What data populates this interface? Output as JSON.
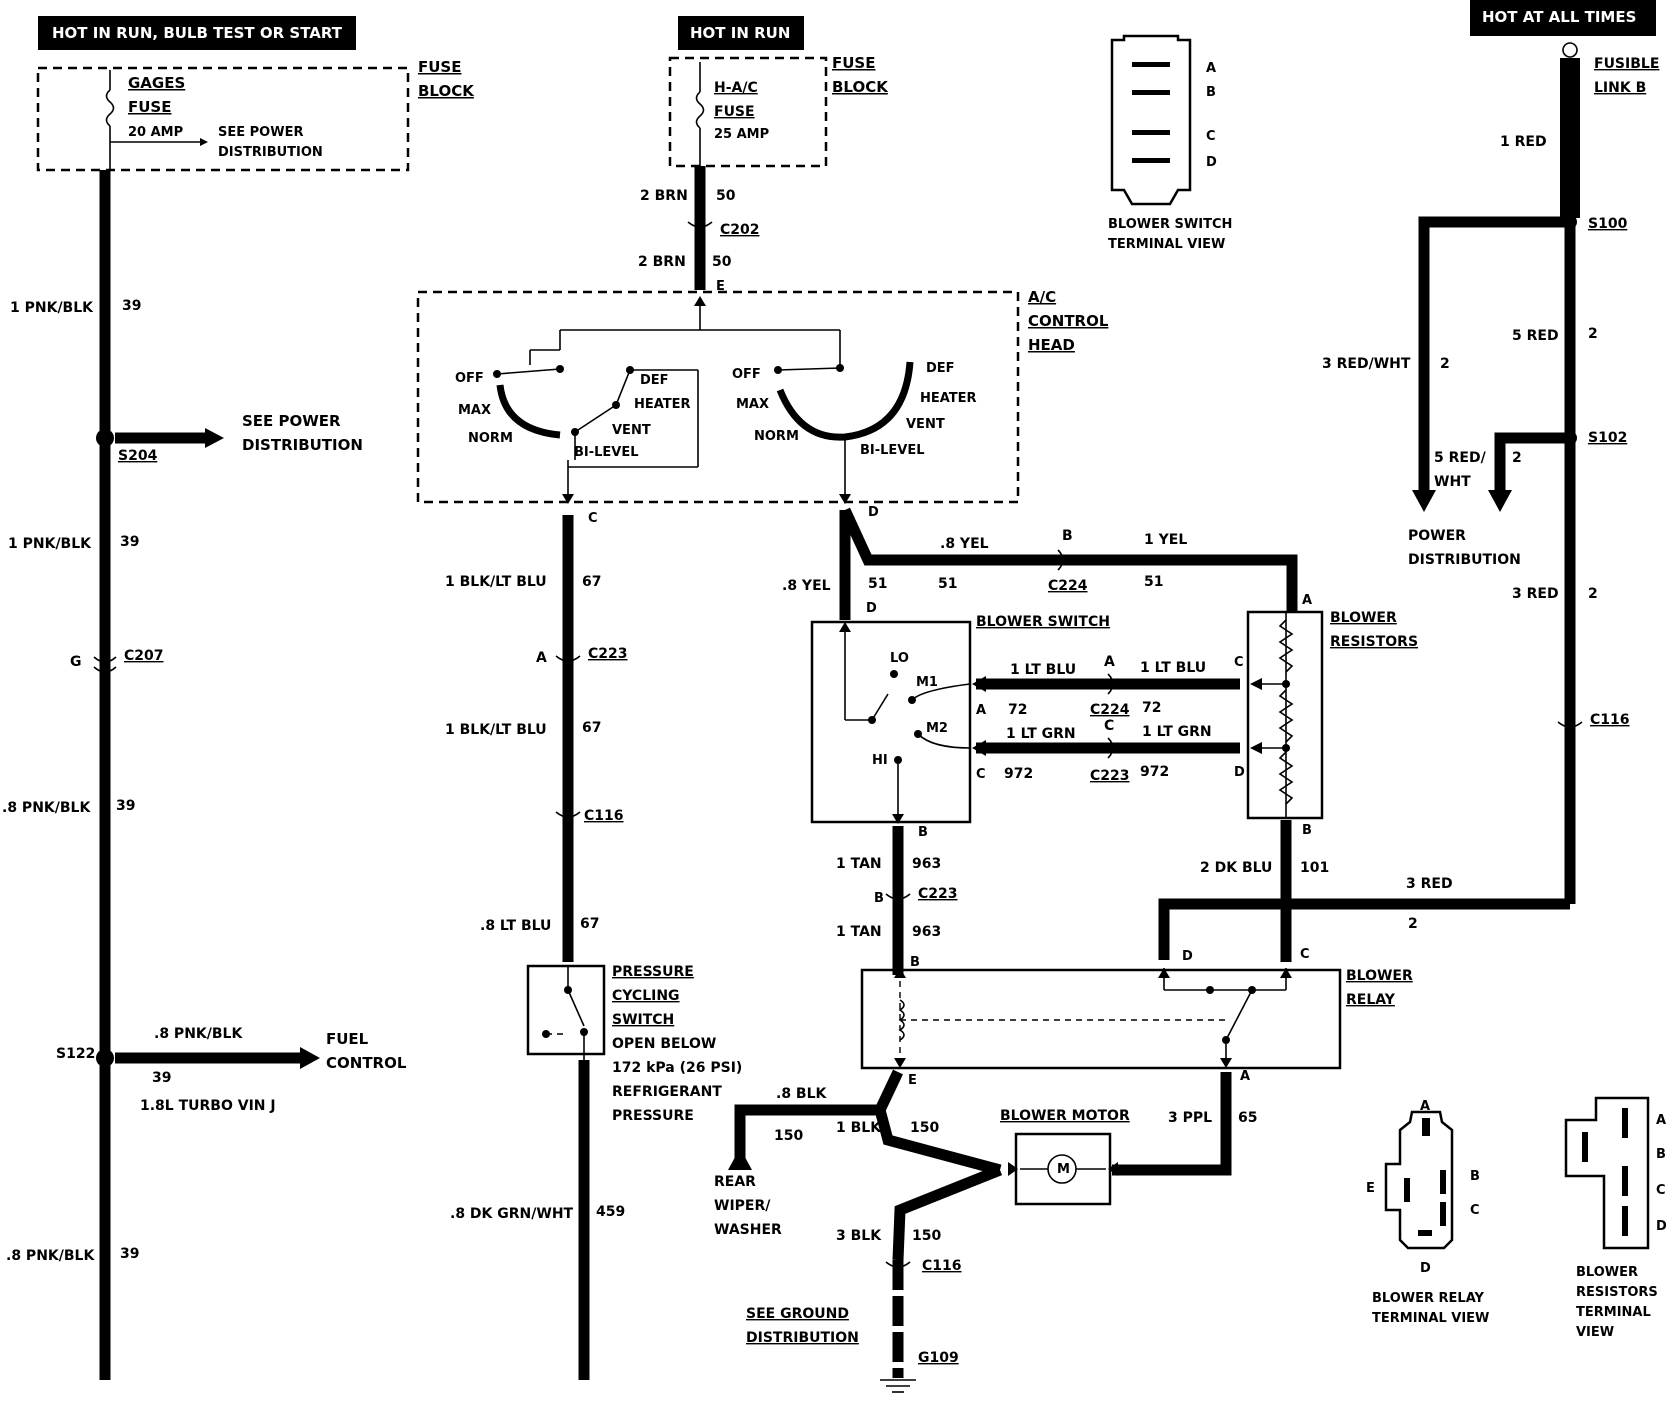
{
  "titles": {
    "hot_run_bulb": "HOT IN RUN, BULB TEST OR START",
    "hot_run": "HOT IN RUN",
    "hot_all": "HOT AT ALL TIMES"
  },
  "fuse_gages": {
    "name1": "GAGES",
    "name2": "FUSE",
    "rating": "20 AMP",
    "see1": "SEE POWER",
    "see2": "DISTRIBUTION",
    "block1": "FUSE",
    "block2": "BLOCK"
  },
  "fuse_hac": {
    "name1": "H-A/C",
    "name2": "FUSE",
    "rating": "25 AMP",
    "block1": "FUSE",
    "block2": "BLOCK"
  },
  "fusible_link": {
    "l1": "FUSIBLE",
    "l2": "LINK B"
  },
  "left_circuit": {
    "w1": "1 PNK/BLK",
    "n1": "39",
    "see1": "SEE POWER",
    "see2": "DISTRIBUTION",
    "s204": "S204",
    "w2": "1 PNK/BLK",
    "n2": "39",
    "pin_g": "G",
    "c207": "C207",
    "w3": ".8 PNK/BLK",
    "n3": "39",
    "s122": "S122",
    "branch_w": ".8 PNK/BLK",
    "branch_n": "39",
    "fuel1": "FUEL",
    "fuel2": "CONTROL",
    "turbo": "1.8L TURBO VIN J",
    "w4": ".8 PNK/BLK",
    "n4": "39"
  },
  "hac_feed": {
    "w1": "2 BRN",
    "n1": "50",
    "c202": "C202",
    "w2": "2 BRN",
    "n2": "50",
    "pin_e": "E"
  },
  "ac_head": {
    "label1": "A/C",
    "label2": "CONTROL",
    "label3": "HEAD",
    "l_off": "OFF",
    "l_max": "MAX",
    "l_norm": "NORM",
    "l_def": "DEF",
    "l_heater": "HEATER",
    "l_vent": "VENT",
    "l_bilevel": "BI-LEVEL",
    "r_off": "OFF",
    "r_max": "MAX",
    "r_norm": "NORM",
    "r_def": "DEF",
    "r_heater": "HEATER",
    "r_vent": "VENT",
    "r_bilevel": "BI-LEVEL",
    "pin_c": "C",
    "pin_d": "D"
  },
  "pcs_circuit": {
    "w1": "1 BLK/LT BLU",
    "n1": "67",
    "pin_a": "A",
    "c223": "C223",
    "w2": "1 BLK/LT BLU",
    "n2": "67",
    "c116": "C116",
    "w3": ".8 LT BLU",
    "n3": "67",
    "pcs1": "PRESSURE",
    "pcs2": "CYCLING",
    "pcs3": "SWITCH",
    "pcs4": "OPEN BELOW",
    "pcs5": "172 kPa (26 PSI)",
    "pcs6": "REFRIGERANT",
    "pcs7": "PRESSURE",
    "w4": ".8 DK GRN/WHT",
    "n4": "459"
  },
  "yel_circuit": {
    "w_top": ".8 YEL",
    "pin_b": "B",
    "w_right": "1 YEL",
    "w_left": ".8 YEL",
    "n51a": "51",
    "n51b": "51",
    "c224": "C224",
    "n51c": "51",
    "pin_d": "D",
    "pin_a": "A"
  },
  "blower_switch": {
    "title": "BLOWER SWITCH",
    "lo": "LO",
    "m1": "M1",
    "m2": "M2",
    "hi": "HI",
    "pin_a": "A",
    "pin_c": "C",
    "pin_b": "B"
  },
  "speed_wires": {
    "lb_w1": "1 LT BLU",
    "lb_a": "A",
    "lb_w2": "1 LT BLU",
    "lb_c": "C",
    "n72a": "72",
    "c224": "C224",
    "n72b": "72",
    "lg_w1": "1 LT GRN",
    "lg_c": "C",
    "lg_w2": "1 LT GRN",
    "lg_d": "D",
    "n972a": "972",
    "c223": "C223",
    "n972b": "972"
  },
  "resistors": {
    "l1": "BLOWER",
    "l2": "RESISTORS",
    "pin_b": "B"
  },
  "tan_circuit": {
    "w1": "1 TAN",
    "n1": "963",
    "pin_b": "B",
    "c223": "C223",
    "w2": "1 TAN",
    "n2": "963",
    "pin_b2": "B"
  },
  "dkblu": {
    "w": "2 DK BLU",
    "n": "101"
  },
  "red_circuit": {
    "w_link": "1 RED",
    "s100": "S100",
    "rw": "3 RED/WHT",
    "rw_n": "2",
    "r5": "5 RED",
    "r5_n": "2",
    "s102": "S102",
    "rw5a": "5 RED/",
    "rw5b": "WHT",
    "rw5_n": "2",
    "pd1": "POWER",
    "pd2": "DISTRIBUTION",
    "r3": "3 RED",
    "r3_n": "2",
    "c116": "C116",
    "r3b": "3 RED",
    "r3b_n": "2"
  },
  "relay": {
    "l1": "BLOWER",
    "l2": "RELAY",
    "pin_d": "D",
    "pin_c": "C",
    "pin_e": "E",
    "pin_a": "A"
  },
  "ground_circuit": {
    "w1": ".8 BLK",
    "n1": "150",
    "rww1": "REAR",
    "rww2": "WIPER/",
    "rww3": "WASHER",
    "w2": "1 BLK",
    "n2": "150",
    "motor": "BLOWER MOTOR",
    "m": "M",
    "ppl": "3 PPL",
    "ppl_n": "65",
    "w3": "3 BLK",
    "n3": "150",
    "c116": "C116",
    "sg1": "SEE GROUND",
    "sg2": "DISTRIBUTION",
    "g109": "G109"
  },
  "bs_terminal": {
    "a": "A",
    "b": "B",
    "c": "C",
    "d": "D",
    "l1": "BLOWER SWITCH",
    "l2": "TERMINAL VIEW"
  },
  "relay_terminal": {
    "a": "A",
    "b": "B",
    "c": "C",
    "d": "D",
    "e": "E",
    "l1": "BLOWER RELAY",
    "l2": "TERMINAL VIEW"
  },
  "res_terminal": {
    "a": "A",
    "b": "B",
    "c": "C",
    "d": "D",
    "l1": "BLOWER",
    "l2": "RESISTORS",
    "l3": "TERMINAL",
    "l4": "VIEW"
  }
}
